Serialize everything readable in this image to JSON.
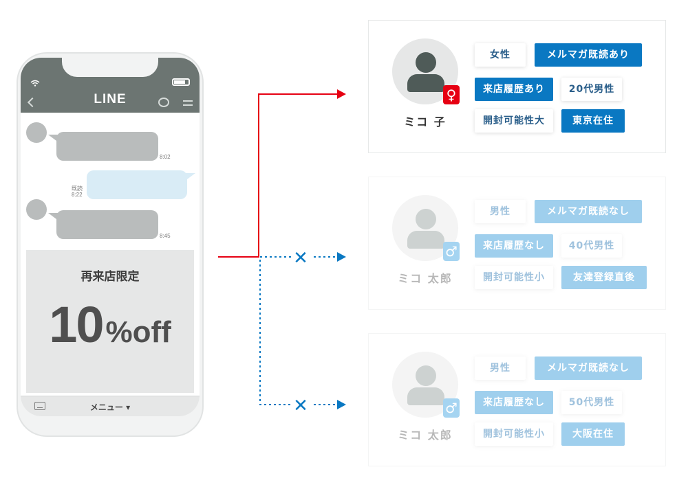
{
  "phone": {
    "app_title": "LINE",
    "messages": [
      {
        "side": "left",
        "time": "8:02"
      },
      {
        "side": "right",
        "read_label": "既読",
        "time": "8:22"
      },
      {
        "side": "left",
        "time": "8:45"
      }
    ],
    "coupon": {
      "title": "再来店限定",
      "number": "10",
      "suffix": "%off"
    },
    "footer_menu": "メニュー ▾"
  },
  "connectors": {
    "active_color": "#e60012",
    "blocked_color": "#0a78c2",
    "blocked_mark": "✕"
  },
  "cards": [
    {
      "state": "delivered",
      "name": "ミコ 子",
      "gender_icon": "female-icon",
      "gender_symbol": "♀",
      "tags": [
        {
          "label": "女性",
          "style": "light"
        },
        {
          "label": "メルマガ既読あり",
          "style": "dark"
        },
        {
          "label": "来店履歴あり",
          "style": "dark"
        },
        {
          "label": "20代男性",
          "style": "light"
        },
        {
          "label": "開封可能性大",
          "style": "light"
        },
        {
          "label": "東京在住",
          "style": "dark"
        }
      ]
    },
    {
      "state": "blocked",
      "name": "ミコ 太郎",
      "gender_icon": "male-icon",
      "gender_symbol": "♂",
      "tags": [
        {
          "label": "男性",
          "style": "light"
        },
        {
          "label": "メルマガ既読なし",
          "style": "dark"
        },
        {
          "label": "来店履歴なし",
          "style": "dark"
        },
        {
          "label": "40代男性",
          "style": "light"
        },
        {
          "label": "開封可能性小",
          "style": "light"
        },
        {
          "label": "友達登録直後",
          "style": "dark"
        }
      ]
    },
    {
      "state": "blocked",
      "name": "ミコ 太郎",
      "gender_icon": "male-icon",
      "gender_symbol": "♂",
      "tags": [
        {
          "label": "男性",
          "style": "light"
        },
        {
          "label": "メルマガ既読なし",
          "style": "dark"
        },
        {
          "label": "来店履歴なし",
          "style": "dark"
        },
        {
          "label": "50代男性",
          "style": "light"
        },
        {
          "label": "開封可能性小",
          "style": "light"
        },
        {
          "label": "大阪在住",
          "style": "dark"
        }
      ]
    }
  ]
}
